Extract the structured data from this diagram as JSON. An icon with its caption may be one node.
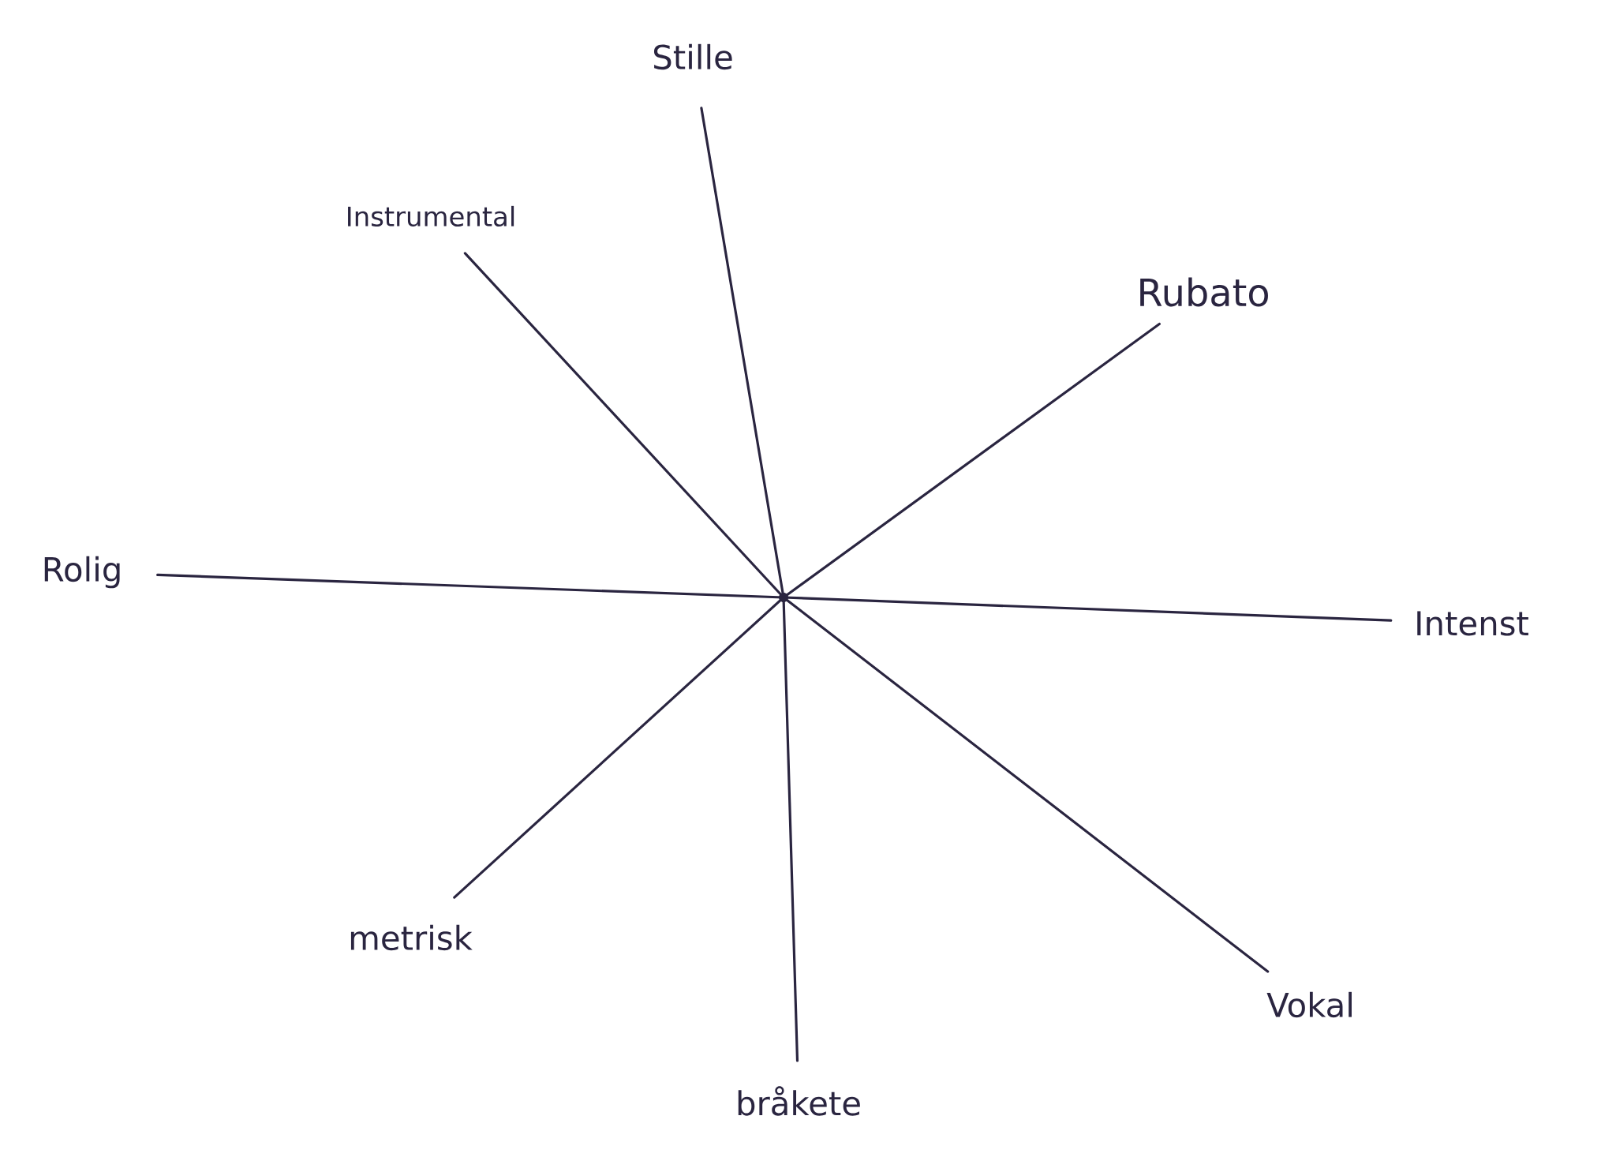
{
  "diagram": {
    "nodes": [
      {
        "text": [
          "Stille"
        ]
      },
      {
        "text": [
          "Instrumental"
        ]
      },
      {
        "text": [
          "Rubato"
        ]
      },
      {
        "text": [
          "Rolig"
        ]
      },
      {
        "text": [
          "Intenst"
        ]
      },
      {
        "text": [
          "metrisk"
        ]
      },
      {
        "text": [
          "Vokal"
        ]
      },
      {
        "text": [
          "bråkete"
        ]
      }
    ],
    "edges": [
      {
        "from": 0,
        "to": 7,
        "arrow": "none"
      },
      {
        "from": 1,
        "to": 6,
        "arrow": "none"
      },
      {
        "from": 2,
        "to": 5,
        "arrow": "none"
      },
      {
        "from": 3,
        "to": 4,
        "arrow": "none"
      }
    ]
  }
}
